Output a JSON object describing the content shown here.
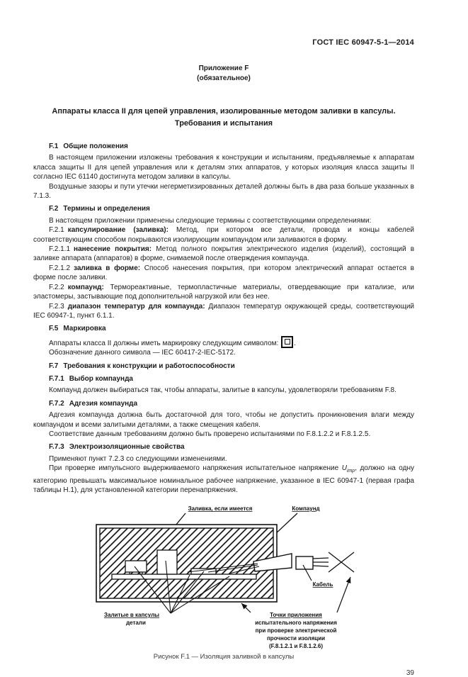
{
  "header": {
    "doc_code": "ГОСТ IEC 60947-5-1—2014"
  },
  "annex": {
    "label": "Приложение F",
    "qualifier": "(обязательное)"
  },
  "title": {
    "line1": "Аппараты класса II для цепей управления, изолированные методом заливки в капсулы.",
    "line2": "Требования и испытания"
  },
  "s_f1": {
    "h_num": "F.1",
    "h_label": "Общие положения",
    "p1": "В настоящем приложении изложены требования к конструкции и испытаниям, предъявляемые к аппаратам класса защиты II для цепей управления или к деталям этих аппаратов, у которых изоляция класса защиты II согласно IEC 61140 достигнута методом заливки в капсулы.",
    "p2": "Воздушные зазоры и пути утечки негерметизированных деталей должны быть в два раза больше указанных в 7.1.3."
  },
  "s_f2": {
    "h_num": "F.2",
    "h_label": "Термины и определения",
    "intro": "В настоящем приложении применены следующие термины с соответствующими определениями:",
    "terms": [
      {
        "num": "F.2.1",
        "term": "капсулирование (заливка):",
        "def": "Метод, при котором все детали, провода и концы кабелей соответствующим способом покрываются изолирующим компаундом или заливаются в форму."
      },
      {
        "num": "F.2.1.1",
        "term": "нанесение покрытия:",
        "def": "Метод полного покрытия электрического изделия (изделий), состоящий в заливке аппарата (аппаратов) в форме, снимаемой после отверждения компаунда."
      },
      {
        "num": "F.2.1.2",
        "term": "заливка в форме:",
        "def": "Способ нанесения покрытия, при котором электрический аппарат остается в форме после заливки."
      },
      {
        "num": "F.2.2",
        "term": "компаунд:",
        "def": "Термореактивные, термопластичные материалы, отвердевающие при катализе, или эластомеры, застывающие под дополнительной нагрузкой или без нее."
      },
      {
        "num": "F.2.3",
        "term": "диапазон температур для компаунда:",
        "def": "Диапазон температур окружающей среды, соответствующий IEC 60947-1, пункт 6.1.1."
      }
    ]
  },
  "s_f5": {
    "h_num": "F.5",
    "h_label": "Маркировка",
    "p1_before": "Аппараты класса II должны иметь маркировку следующим символом:",
    "p1_after": ".",
    "p2": "Обозначение данного символа — IEC 60417-2-IEC-5172.",
    "symbol_name": "double-insulation-symbol"
  },
  "s_f7": {
    "h_num": "F.7",
    "h_label": "Требования к конструкции и работоспособности",
    "f71": {
      "h_num": "F.7.1",
      "h_label": "Выбор компаунда",
      "p1": "Компаунд должен выбираться так, чтобы аппараты, залитые в капсулы, удовлетворяли требованиям F.8."
    },
    "f72": {
      "h_num": "F.7.2",
      "h_label": "Адгезия компаунда",
      "p1": "Адгезия компаунда должна быть достаточной для того, чтобы не допустить проникновения влаги между компаундом и всеми залитыми деталями, а также смещения кабеля.",
      "p2": "Соответствие данным требованиям должно быть проверено испытаниями по F.8.1.2.2 и F.8.1.2.5."
    },
    "f73": {
      "h_num": "F.7.3",
      "h_label": "Электроизоляционные свойства",
      "p1": "Применяют пункт 7.2.3 со следующими изменениями.",
      "p2_pre": "При проверке импульсного выдерживаемого напряжения испытательное напряжение ",
      "u_sym": "U",
      "u_sub": "imp",
      "p2_post": ", должно на одну категорию превышать максимальное номинальное рабочее напряжение, указанное в IEC 60947-1 (первая графа таблицы Н.1), для установленной категории перенапряжения."
    }
  },
  "figure": {
    "label_fill": "Заливка, если имеется",
    "label_compound": "Компаунд",
    "label_cable": "Кабель",
    "label_parts_1": "Залитые в капсулы",
    "label_parts_2": "детали",
    "label_points_1": "Точки приложения",
    "label_points_2": "испытательного напряжения",
    "label_points_3": "при проверке электрической",
    "label_points_4": "прочности изоляции",
    "label_points_5": "(F.8.1.2.1 и F.8.1.2.6)",
    "caption": "Рисунок F.1 — Изоляция заливкой в капсулы"
  },
  "footer": {
    "page_number": "39"
  }
}
